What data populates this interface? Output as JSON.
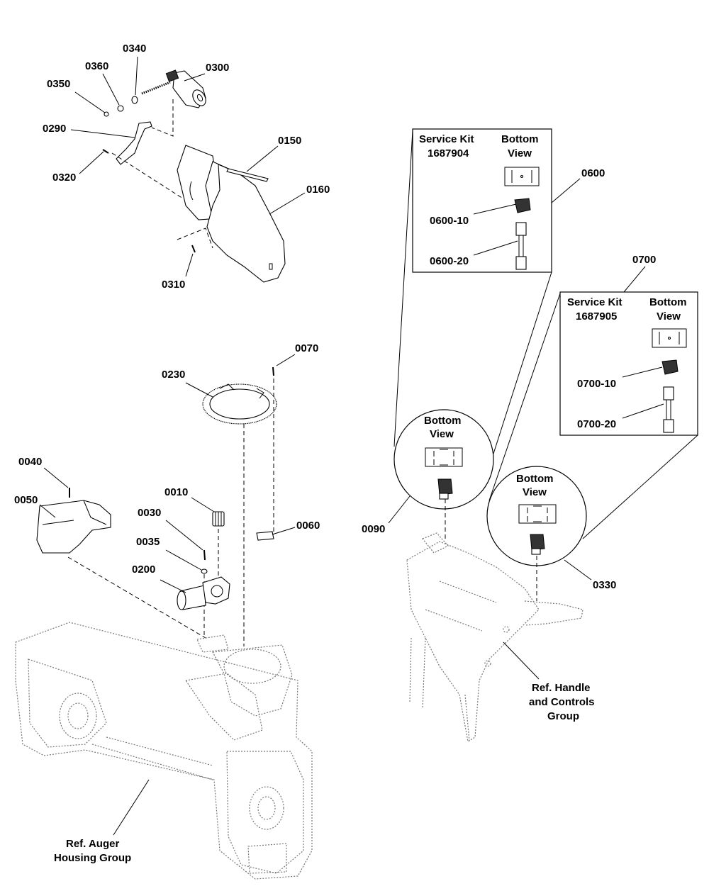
{
  "parts": {
    "p0010": "0010",
    "p0030": "0030",
    "p0035": "0035",
    "p0040": "0040",
    "p0050": "0050",
    "p0060": "0060",
    "p0070": "0070",
    "p0090": "0090",
    "p0150": "0150",
    "p0160": "0160",
    "p0200": "0200",
    "p0230": "0230",
    "p0290": "0290",
    "p0300": "0300",
    "p0310": "0310",
    "p0320": "0320",
    "p0330": "0330",
    "p0340": "0340",
    "p0350": "0350",
    "p0360": "0360",
    "p0600": "0600",
    "p0600_10": "0600-10",
    "p0600_20": "0600-20",
    "p0700": "0700",
    "p0700_10": "0700-10",
    "p0700_20": "0700-20"
  },
  "kits": {
    "kit1": {
      "title_line1": "Service Kit",
      "title_line2": "1687904",
      "view_line1": "Bottom",
      "view_line2": "View"
    },
    "kit2": {
      "title_line1": "Service Kit",
      "title_line2": "1687905",
      "view_line1": "Bottom",
      "view_line2": "View"
    }
  },
  "circles": {
    "c0090": {
      "view_line1": "Bottom",
      "view_line2": "View"
    },
    "c0330": {
      "view_line1": "Bottom",
      "view_line2": "View"
    }
  },
  "refs": {
    "handle_line1": "Ref. Handle",
    "handle_line2": "and Controls",
    "handle_line3": "Group",
    "auger_line1": "Ref. Auger",
    "auger_line2": "Housing Group"
  }
}
